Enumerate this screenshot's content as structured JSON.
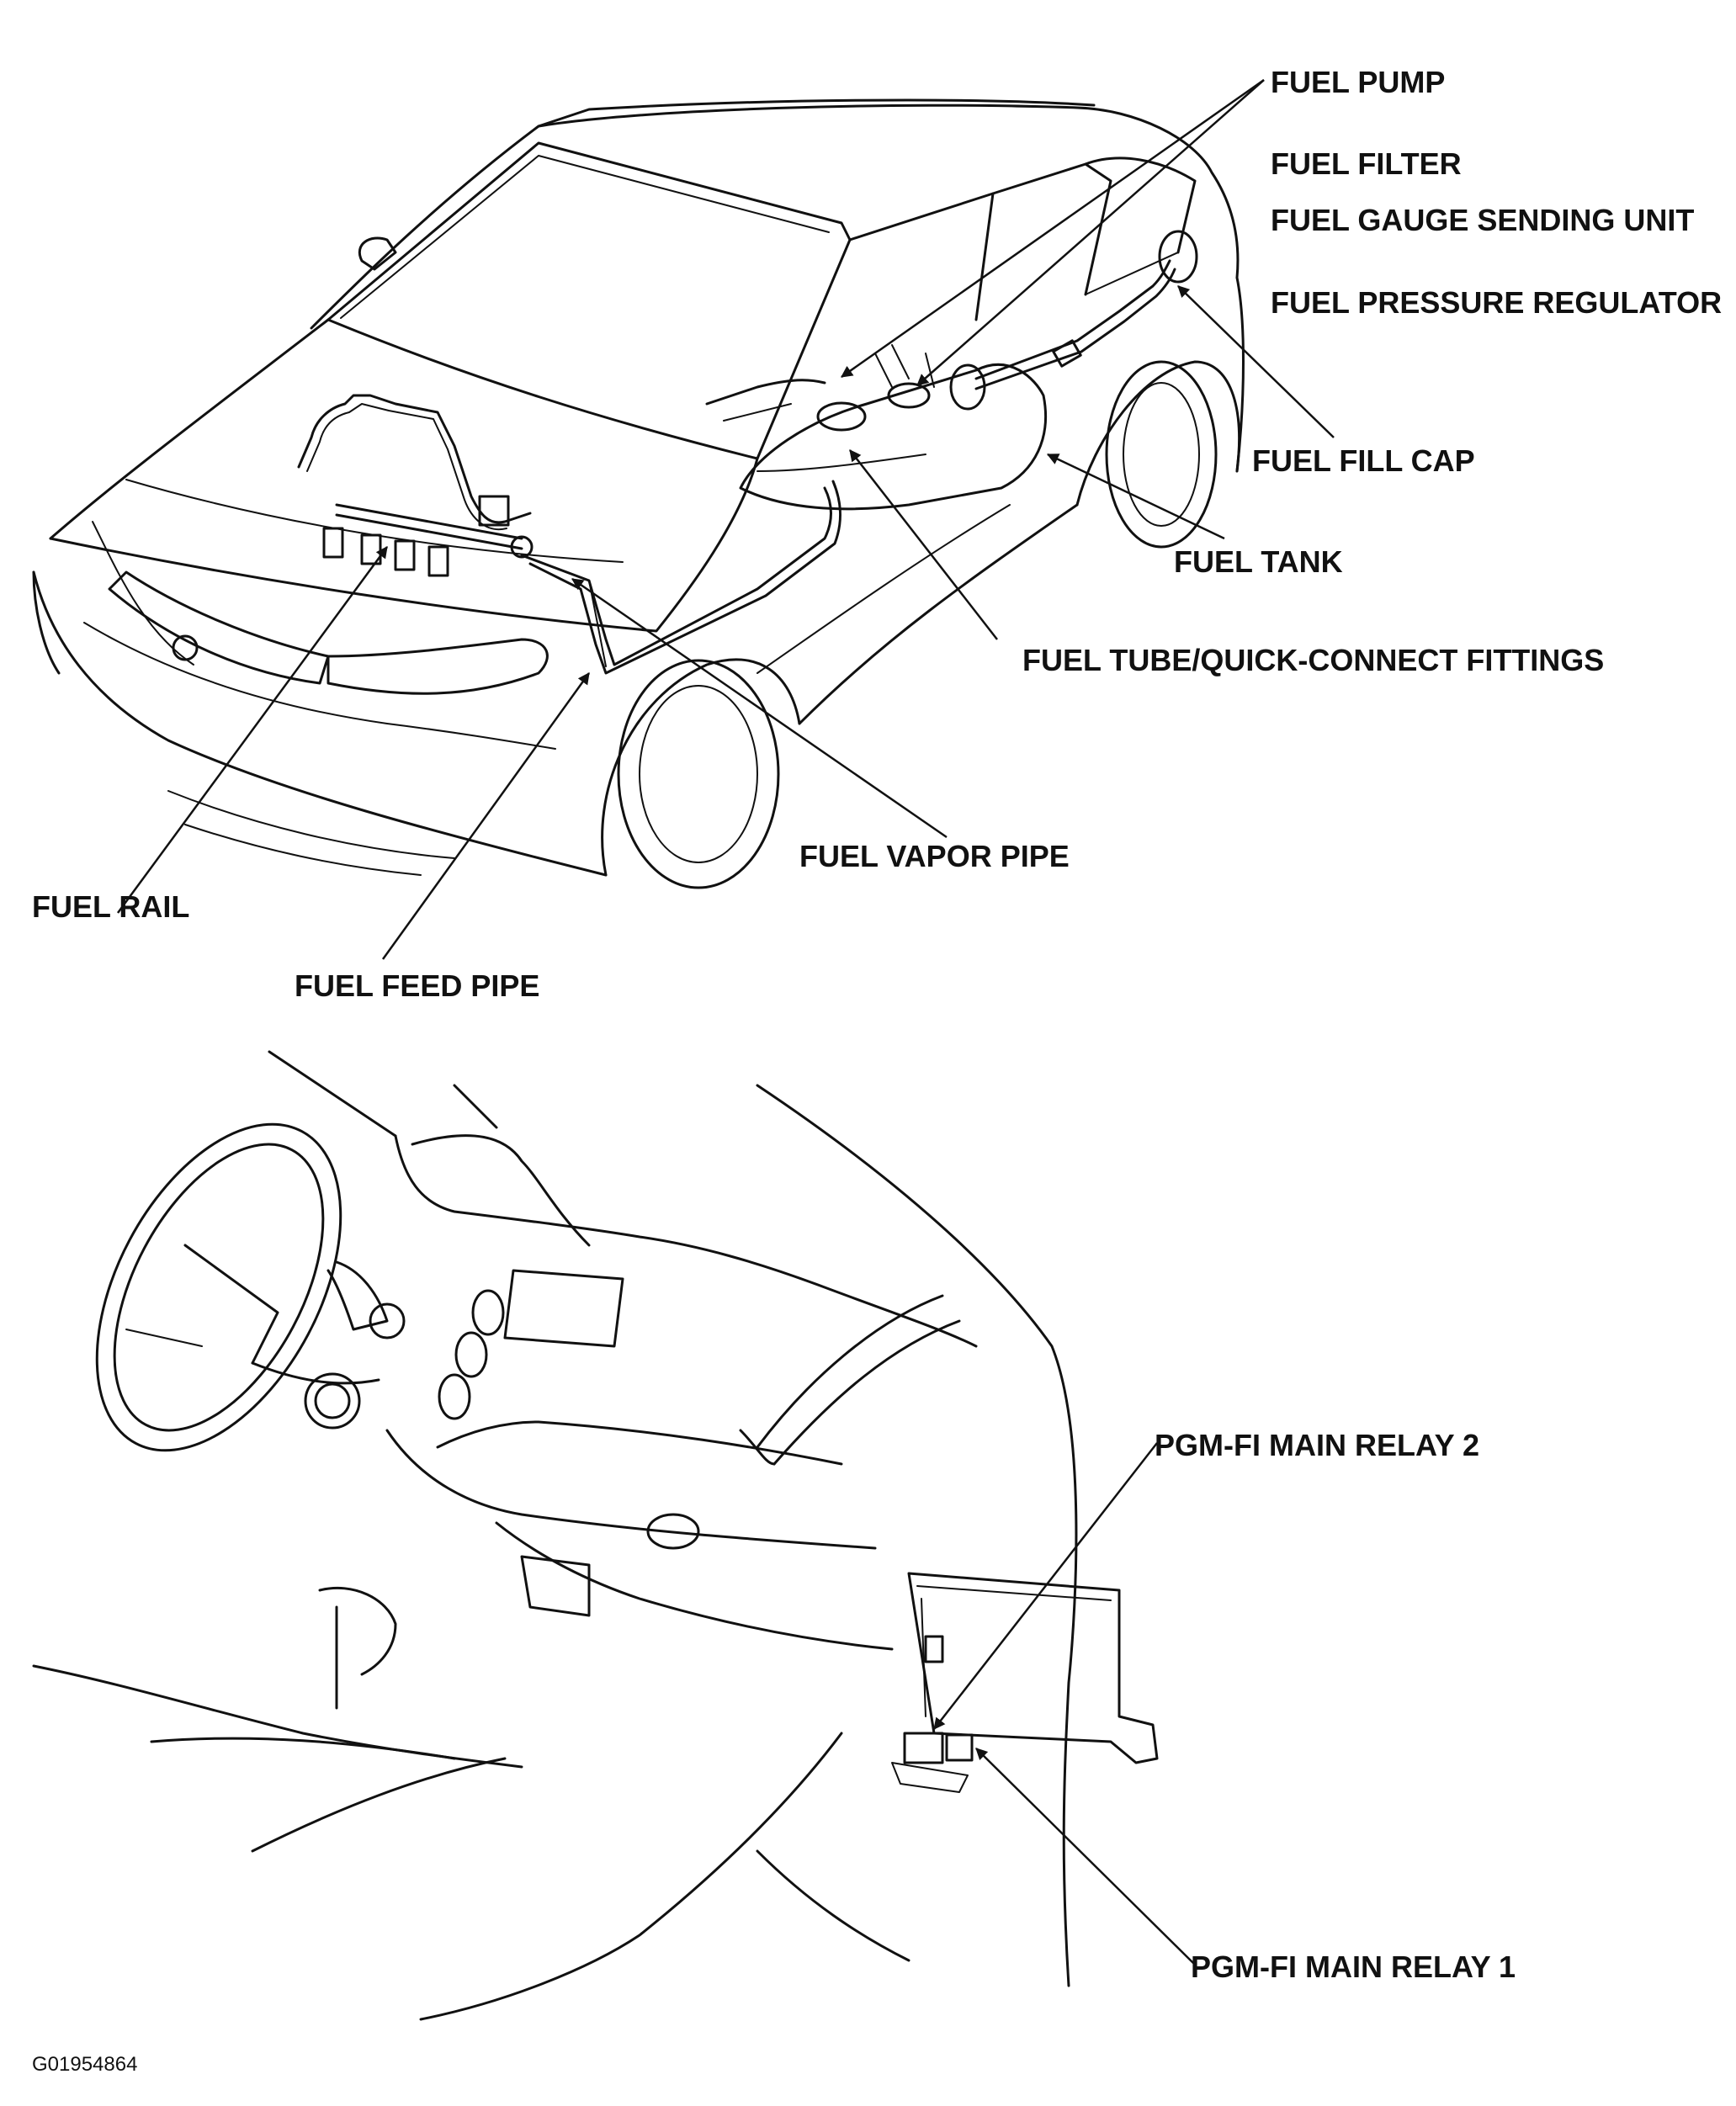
{
  "labels": {
    "fuel_pump": "FUEL PUMP",
    "fuel_filter": "FUEL FILTER",
    "fuel_gauge_sending_unit": "FUEL GAUGE SENDING UNIT",
    "fuel_pressure_regulator": "FUEL PRESSURE REGULATOR",
    "fuel_fill_cap": "FUEL FILL CAP",
    "fuel_tank": "FUEL TANK",
    "fuel_tube_fittings": "FUEL TUBE/QUICK-CONNECT FITTINGS",
    "fuel_vapor_pipe": "FUEL VAPOR PIPE",
    "fuel_rail": "FUEL RAIL",
    "fuel_feed_pipe": "FUEL FEED PIPE",
    "pgm_fi_main_relay_2": "PGM-FI MAIN RELAY 2",
    "pgm_fi_main_relay_1": "PGM-FI MAIN RELAY 1"
  },
  "figure_code": "G01954864"
}
